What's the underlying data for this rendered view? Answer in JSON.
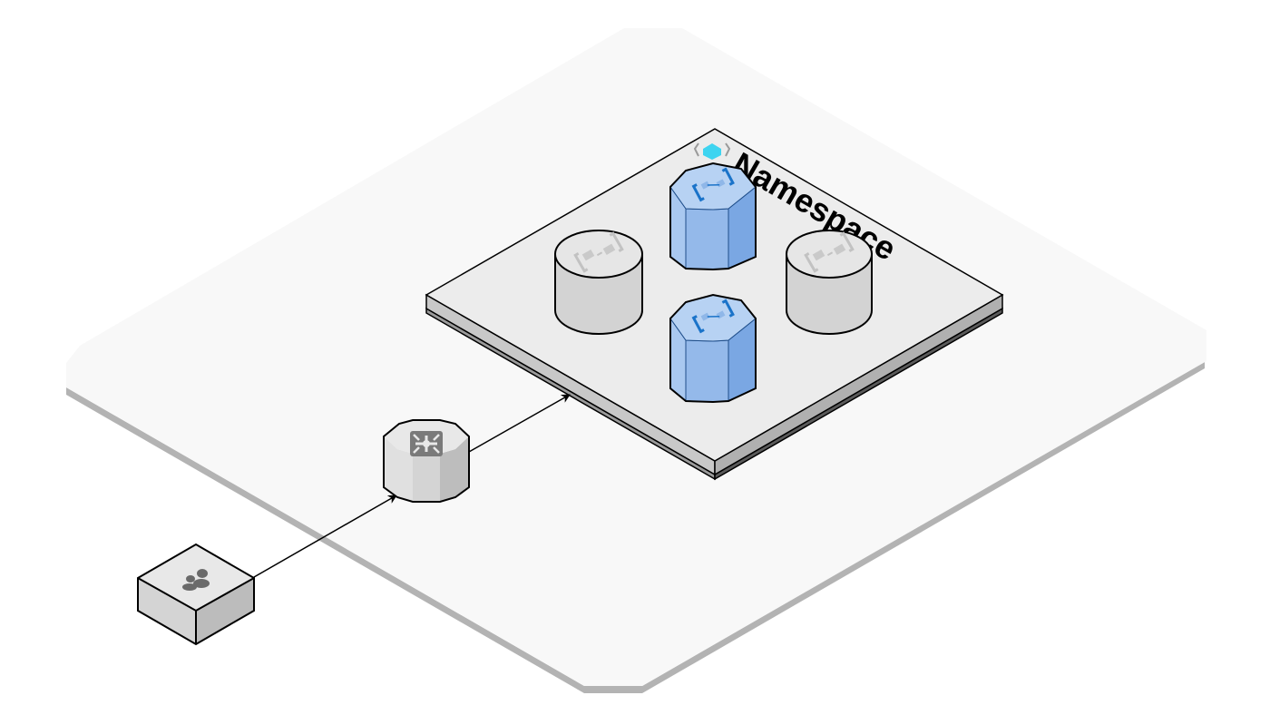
{
  "namespace": {
    "label": "Namespace",
    "icon": "namespace-icon"
  },
  "nodes": [
    {
      "id": "user",
      "kind": "isometric-cube",
      "icon": "user-icon"
    },
    {
      "id": "gateway",
      "kind": "octagonal-prism",
      "icon": "router-icon"
    },
    {
      "id": "queue-left",
      "kind": "cylinder",
      "icon": "queue-icon"
    },
    {
      "id": "topic-top",
      "kind": "octagonal-prism",
      "icon": "topic-icon"
    },
    {
      "id": "queue-right",
      "kind": "cylinder",
      "icon": "queue-icon"
    },
    {
      "id": "topic-bottom",
      "kind": "octagonal-prism",
      "icon": "topic-icon"
    }
  ],
  "edges": [
    {
      "from": "user",
      "to": "gateway"
    },
    {
      "from": "gateway",
      "to": "namespace"
    }
  ],
  "colors": {
    "outer_platform": "#f8f8f8",
    "outer_edge": "#b3b3b3",
    "namespace_top": "#ececec",
    "blue_light": "#a9c8f0",
    "blue_mid": "#94b9ea",
    "blue_dark": "#7aa7e3",
    "blue_icon": "#1a73c9",
    "gray_top": "#e6e6e6",
    "gray_side": "#d3d3d3",
    "gray_dark": "#b8b8b8"
  }
}
